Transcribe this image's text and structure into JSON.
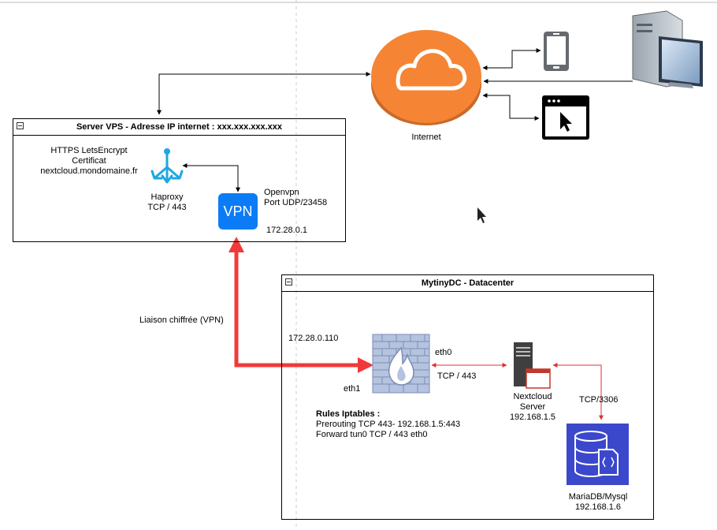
{
  "internet": {
    "label": "Internet"
  },
  "vps_box": {
    "title": "Server VPS - Adresse IP internet : xxx.xxx.xxx.xxx",
    "https_line1": "HTTPS LetsEncrypt",
    "https_line2": "Certificat",
    "https_line3": "nextcloud.mondomaine.fr",
    "haproxy_line1": "Haproxy",
    "haproxy_line2": "TCP / 443",
    "vpn_badge": "VPN",
    "openvpn_line1": "Openvpn",
    "openvpn_line2": "Port UDP/23458",
    "vpn_ip": "172.28.0.1"
  },
  "tunnel": {
    "label": "Liaison chiffrée (VPN)"
  },
  "dc_box": {
    "title": "MytinyDC - Datacenter",
    "tun_ip": "172.28.0.110",
    "eth1": "eth1",
    "eth0": "eth0",
    "tcp443": "TCP / 443",
    "rules_title": "Rules Iptables :",
    "rule1": "Prerouting TCP 443- 192.168.1.5:443",
    "rule2": "Forward tun0 TCP / 443 eth0",
    "nextcloud_line1": "Nextcloud",
    "nextcloud_line2": "Server",
    "nextcloud_ip": "192.168.1.5",
    "tcp3306": "TCP/3306",
    "db_line1": "MariaDB/Mysql",
    "db_ip": "192.168.1.6"
  },
  "colors": {
    "internet_orange": "#f58534",
    "vpn_blue": "#0b7cf5",
    "haproxy_cyan": "#1ea7e1",
    "tunnel_red": "#f03a3a",
    "db_blue": "#3b48cc",
    "wall_blue": "#8a9cc4"
  }
}
